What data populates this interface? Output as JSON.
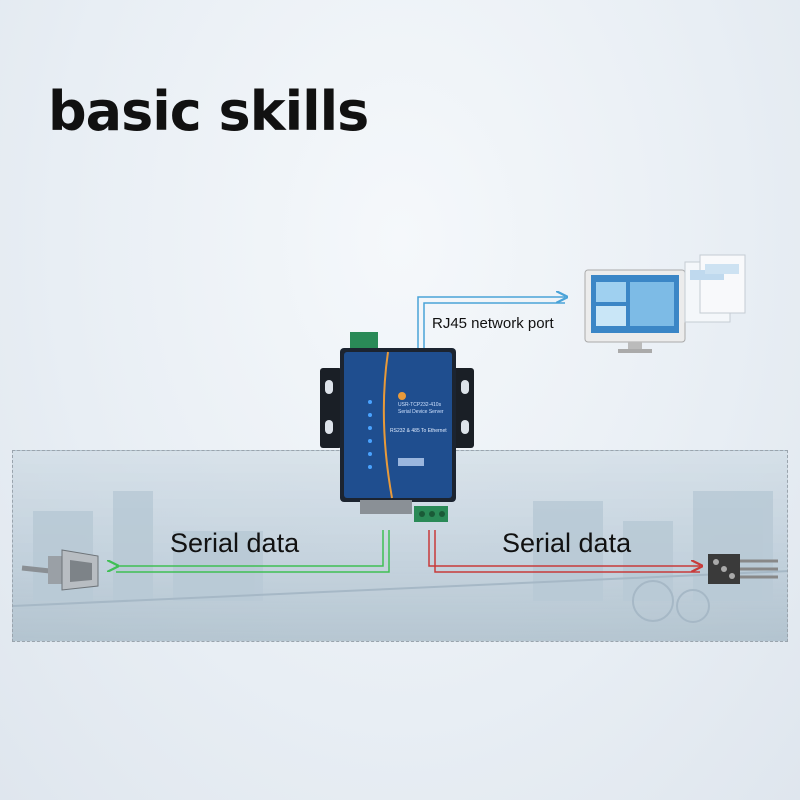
{
  "header": {
    "title": "basic skills"
  },
  "diagram": {
    "labels": {
      "serial_left": "Serial data",
      "serial_right": "Serial data",
      "rj45": "RJ45 network port"
    },
    "device": {
      "model": "USR-TCP232-410s",
      "subtitle": "Serial Device Server",
      "description": "RS232 & 485 To Ethernet"
    }
  },
  "colors": {
    "network_arrow": "#4aa3d8",
    "left_arrow": "#3fbf54",
    "right_arrow": "#c83a3a",
    "device_body": "#1f4e8f"
  }
}
